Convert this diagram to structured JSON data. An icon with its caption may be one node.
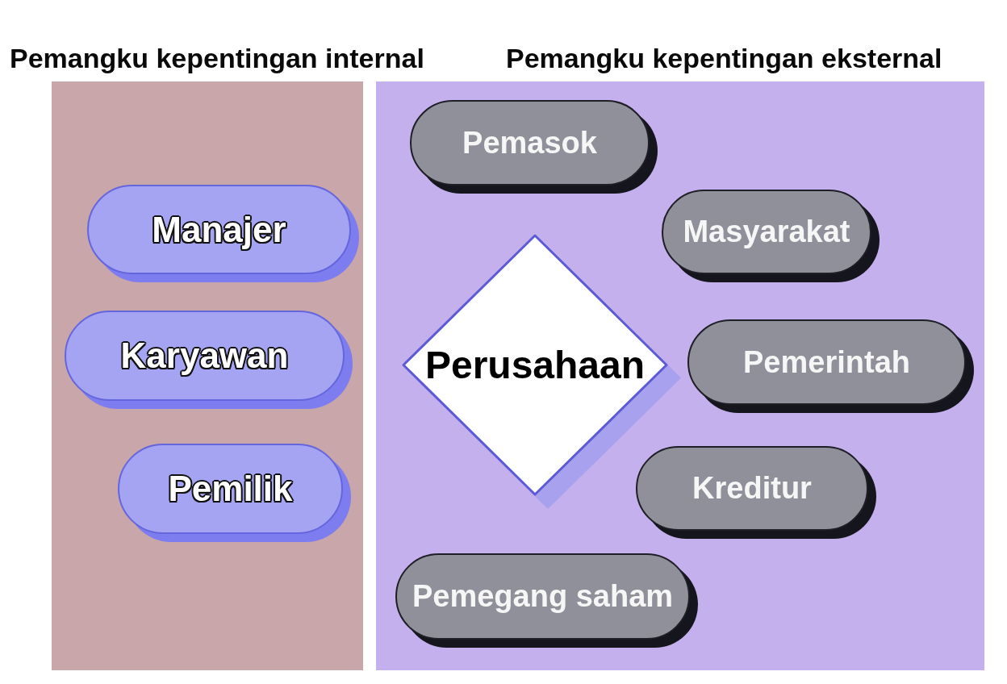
{
  "diagram": {
    "nodes": [
      {
        "text": [
          "Pemangku kepentingan internal"
        ]
      },
      {
        "text": [
          "Manajer"
        ],
        "in": 0
      },
      {
        "text": [
          "Karyawan"
        ],
        "in": 0
      },
      {
        "text": [
          "Pemilik"
        ],
        "in": 0
      },
      {
        "text": [
          "Pemangku kepentingan eksternal"
        ]
      },
      {
        "text": [
          "Pemasok"
        ],
        "in": 4
      },
      {
        "text": [
          "Masyarakat"
        ],
        "in": 4
      },
      {
        "text": [
          "Perusahaan"
        ],
        "in": 4
      },
      {
        "text": [
          "Pemerintah"
        ],
        "in": 4
      },
      {
        "text": [
          "Kreditur"
        ],
        "in": 4
      },
      {
        "text": [
          "Pemegang saham"
        ],
        "in": 4
      }
    ]
  }
}
